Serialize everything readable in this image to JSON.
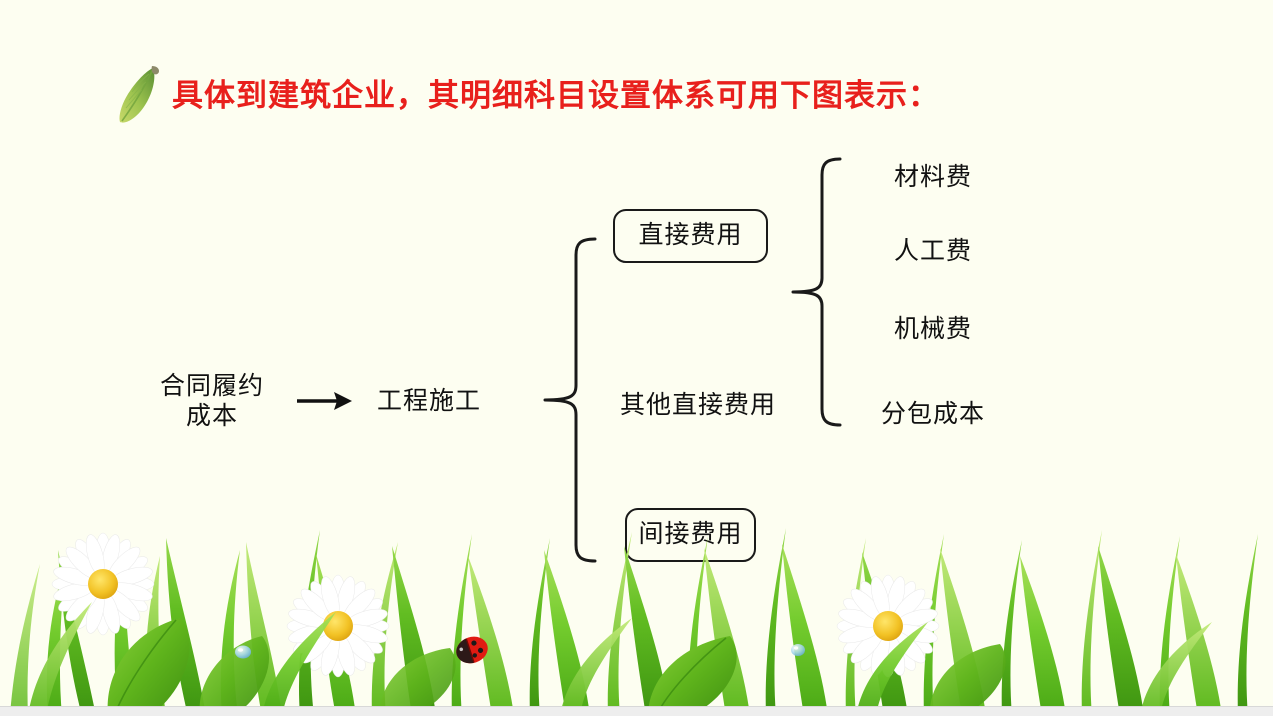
{
  "slide": {
    "background_color": "#fdfef1",
    "title": {
      "text": "具体到建筑企业，其明细科目设置体系可用下图表示：",
      "color": "#e8201c",
      "bullet_icon": "leaf-icon"
    }
  },
  "diagram": {
    "type": "tree",
    "root": {
      "label": "合同履约\n成本",
      "boxed": false
    },
    "arrow": "→",
    "level1": {
      "label": "工程施工",
      "boxed": false
    },
    "level2": [
      {
        "label": "直接费用",
        "boxed": true
      },
      {
        "label": "其他直接费用",
        "boxed": false
      },
      {
        "label": "间接费用",
        "boxed": true
      }
    ],
    "level3": [
      {
        "label": "材料费",
        "boxed": false
      },
      {
        "label": "人工费",
        "boxed": false
      },
      {
        "label": "机械费",
        "boxed": false
      },
      {
        "label": "分包成本",
        "boxed": false
      }
    ],
    "connector_color": "#1a1a1a"
  },
  "decoration": {
    "grass_band": "grass-border-decoration",
    "flowers": [
      "daisy",
      "daisy",
      "daisy"
    ],
    "insect": "ladybug",
    "droplets": [
      "water-droplet",
      "water-droplet"
    ],
    "bottom_strip_color": "#eeeeee"
  }
}
